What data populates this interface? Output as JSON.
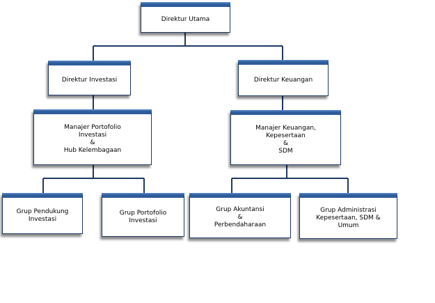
{
  "org_chart": {
    "nodes": {
      "direktur_utama": "Direktur Utama",
      "direktur_investasi": "Direktur Investasi",
      "direktur_keuangan": "Direktur Keuangan",
      "manajer_portofolio": "Manajer Portofolio\nInvestasi\n&\nHub Kelembagaan",
      "manajer_keuangan": "Manajer Keuangan,\nKepesertaan\n&\nSDM",
      "grup_pendukung": "Grup Pendukung\nInvestasi",
      "grup_portofolio": "Grup Portofolio\nInvestasi",
      "grup_akuntansi": "Grup Akuntansi\n&\nPerbendaharaan",
      "grup_administrasi": "Grup Administrasi\nKepesertaan, SDM &\nUmum"
    },
    "colors": {
      "box_header": "#2e5c9a",
      "box_border": "#1f3864",
      "connector": "#1f3864"
    }
  }
}
